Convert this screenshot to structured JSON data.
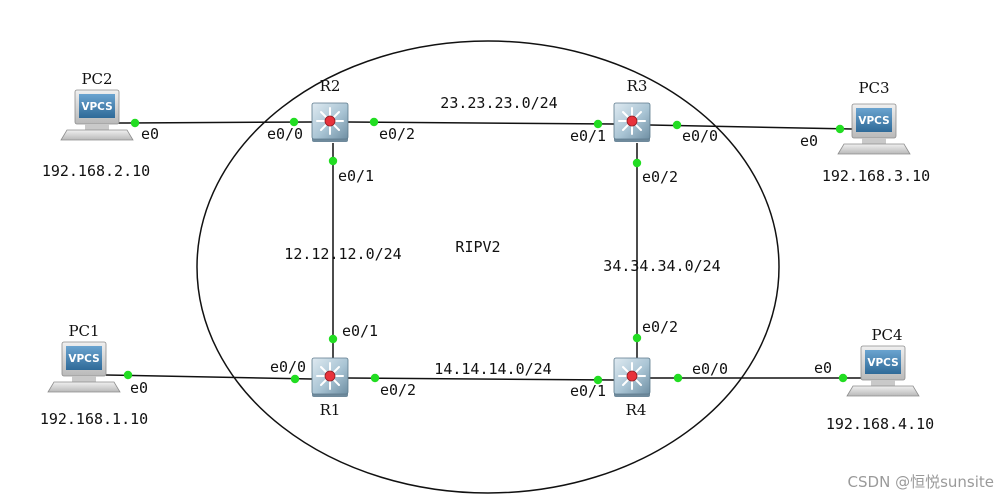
{
  "colors": {
    "port_dot": "#22dd22",
    "router_body": "#a9c4d4",
    "router_red": "#e8323c",
    "vpcs_screen": "#3f7fb0",
    "line": "#111111"
  },
  "area_label": "RIPV2",
  "watermark": "CSDN @恒悦sunsite",
  "routers": [
    {
      "id": "R1",
      "name": "R1"
    },
    {
      "id": "R2",
      "name": "R2"
    },
    {
      "id": "R3",
      "name": "R3"
    },
    {
      "id": "R4",
      "name": "R4"
    }
  ],
  "pcs": [
    {
      "id": "PC1",
      "name": "PC1",
      "screen_text": "VPCS",
      "ip": "192.168.1.10",
      "icon": "computer-icon"
    },
    {
      "id": "PC2",
      "name": "PC2",
      "screen_text": "VPCS",
      "ip": "192.168.2.10",
      "icon": "computer-icon"
    },
    {
      "id": "PC3",
      "name": "PC3",
      "screen_text": "VPCS",
      "ip": "192.168.3.10",
      "icon": "computer-icon"
    },
    {
      "id": "PC4",
      "name": "PC4",
      "screen_text": "VPCS",
      "ip": "192.168.4.10",
      "icon": "computer-icon"
    }
  ],
  "links": [
    {
      "id": "pc2-r2",
      "from": "PC2",
      "from_if": "e0",
      "to": "R2",
      "to_if": "e0/0",
      "network": ""
    },
    {
      "id": "r2-r3",
      "from": "R2",
      "from_if": "e0/2",
      "to": "R3",
      "to_if": "e0/1",
      "network": "23.23.23.0/24"
    },
    {
      "id": "r3-pc3",
      "from": "R3",
      "from_if": "e0/0",
      "to": "PC3",
      "to_if": "e0",
      "network": ""
    },
    {
      "id": "r2-r1",
      "from": "R2",
      "from_if": "e0/1",
      "to": "R1",
      "to_if": "e0/1",
      "network": "12.12.12.0/24"
    },
    {
      "id": "r3-r4",
      "from": "R3",
      "from_if": "e0/2",
      "to": "R4",
      "to_if": "e0/2",
      "network": "34.34.34.0/24"
    },
    {
      "id": "pc1-r1",
      "from": "PC1",
      "from_if": "e0",
      "to": "R1",
      "to_if": "e0/0",
      "network": ""
    },
    {
      "id": "r1-r4",
      "from": "R1",
      "from_if": "e0/2",
      "to": "R4",
      "to_if": "e0/1",
      "network": "14.14.14.0/24"
    },
    {
      "id": "r4-pc4",
      "from": "R4",
      "from_if": "e0/0",
      "to": "PC4",
      "to_if": "e0",
      "network": ""
    }
  ]
}
